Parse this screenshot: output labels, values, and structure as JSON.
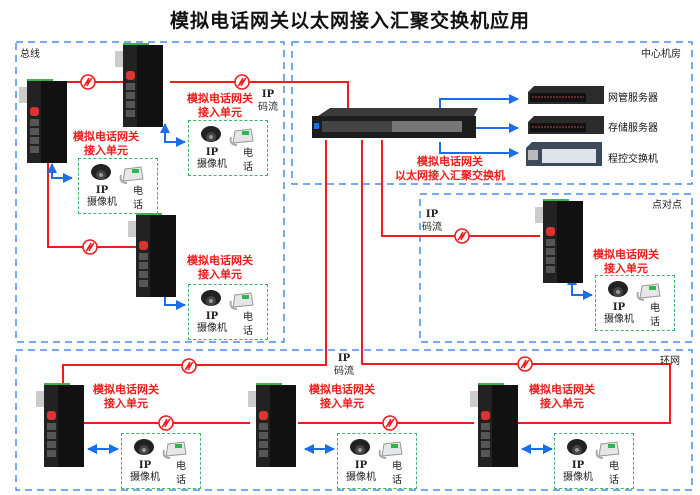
{
  "title": "模拟电话网关以太网接入汇聚交换机应用",
  "zones": {
    "bus": "总线",
    "center": "中心机房",
    "p2p": "点对点",
    "ring": "环网"
  },
  "center": {
    "switch_label_line1": "模拟电话网关",
    "switch_label_line2": "以太网接入汇聚交换机",
    "servers": [
      {
        "label": "网管服务器",
        "icon": "rack-server-icon"
      },
      {
        "label": "存储服务器",
        "icon": "rack-server-icon"
      },
      {
        "label": "程控交换机",
        "icon": "pbx-icon"
      }
    ]
  },
  "gateway_unit": {
    "label_line1": "模拟电话网关",
    "label_line2": "接入单元"
  },
  "terminal": {
    "camera_line1": "IP",
    "camera_line2": "摄像机",
    "phone_line1": "电",
    "phone_line2": "话"
  },
  "stream_label": {
    "line1": "IP",
    "line2": "码流"
  },
  "colors": {
    "fiber_link": "#ee1c1c",
    "ethernet_link": "#1a6fe8",
    "zone_border": "#4a8ef0",
    "terminal_border": "#3db36b",
    "label_red": "#ee1c1c"
  }
}
